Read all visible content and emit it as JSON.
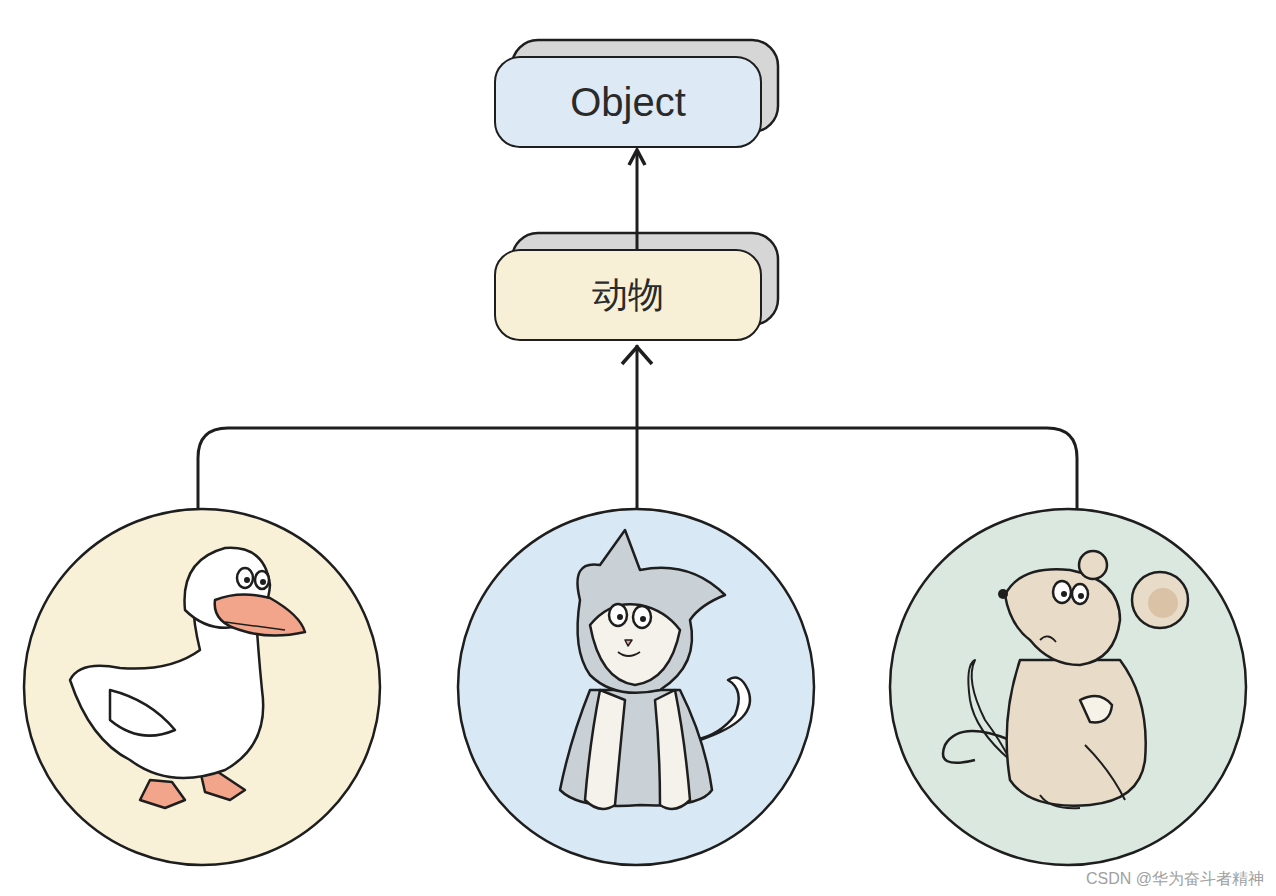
{
  "diagram": {
    "nodes": [
      {
        "text": [
          "Object"
        ]
      },
      {
        "text": [
          "动物"
        ]
      }
    ],
    "edges": [
      {
        "from": 1,
        "to": 0,
        "arrow": "to"
      }
    ],
    "labels": [
      "CSDN @华为奋斗者精神"
    ]
  }
}
